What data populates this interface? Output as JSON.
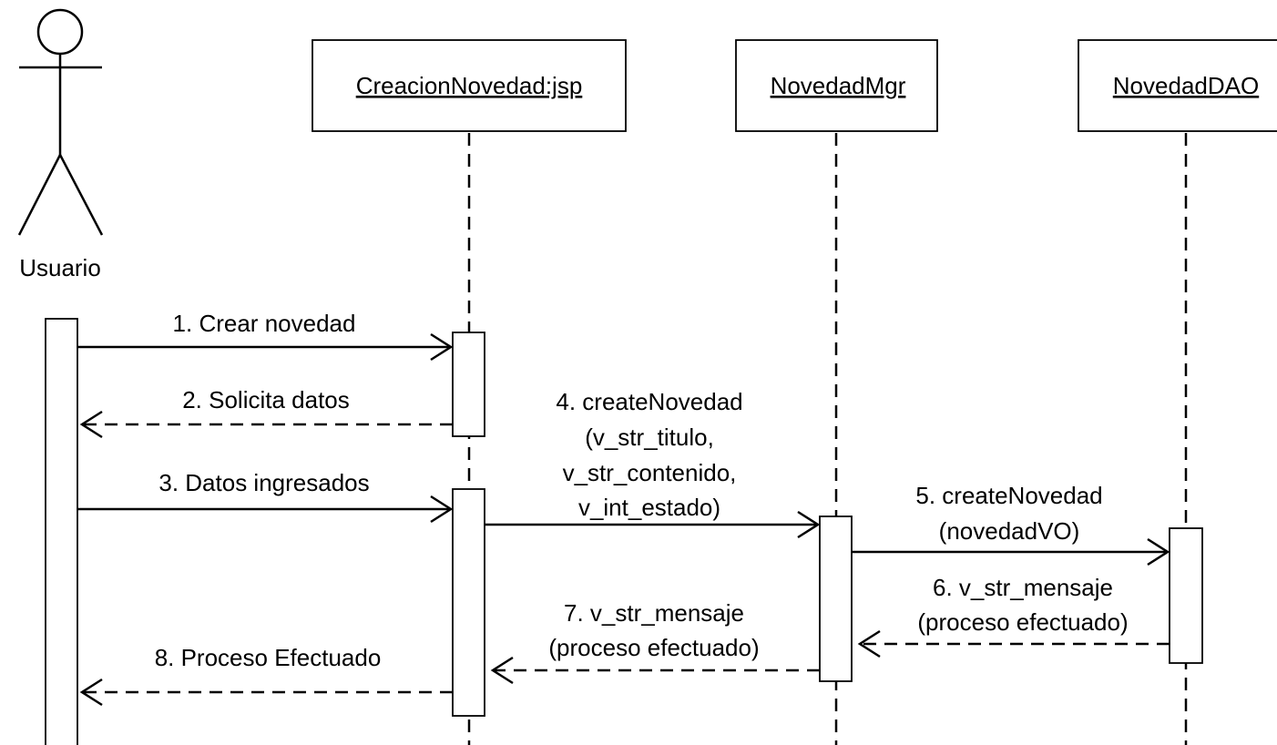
{
  "actor": {
    "name": "Usuario"
  },
  "participants": [
    {
      "id": "jsp",
      "name": "CreacionNovedad:jsp"
    },
    {
      "id": "mgr",
      "name": "NovedadMgr"
    },
    {
      "id": "dao",
      "name": "NovedadDAO"
    }
  ],
  "messages": [
    {
      "id": "m1",
      "from": "Usuario",
      "to": "CreacionNovedad:jsp",
      "kind": "call",
      "lines": [
        "1. Crear novedad"
      ]
    },
    {
      "id": "m2",
      "from": "CreacionNovedad:jsp",
      "to": "Usuario",
      "kind": "return",
      "lines": [
        "2. Solicita datos"
      ]
    },
    {
      "id": "m3",
      "from": "Usuario",
      "to": "CreacionNovedad:jsp",
      "kind": "call",
      "lines": [
        "3. Datos ingresados"
      ]
    },
    {
      "id": "m4",
      "from": "CreacionNovedad:jsp",
      "to": "NovedadMgr",
      "kind": "call",
      "lines": [
        "4. createNovedad",
        "(v_str_titulo,",
        "v_str_contenido,",
        "v_int_estado)"
      ]
    },
    {
      "id": "m5",
      "from": "NovedadMgr",
      "to": "NovedadDAO",
      "kind": "call",
      "lines": [
        "5. createNovedad",
        "(novedadVO)"
      ]
    },
    {
      "id": "m6",
      "from": "NovedadDAO",
      "to": "NovedadMgr",
      "kind": "return",
      "lines": [
        "6. v_str_mensaje",
        "(proceso efectuado)"
      ]
    },
    {
      "id": "m7",
      "from": "NovedadMgr",
      "to": "CreacionNovedad:jsp",
      "kind": "return",
      "lines": [
        "7. v_str_mensaje",
        "(proceso efectuado)"
      ]
    },
    {
      "id": "m8",
      "from": "CreacionNovedad:jsp",
      "to": "Usuario",
      "kind": "return",
      "lines": [
        "8. Proceso Efectuado"
      ]
    }
  ]
}
